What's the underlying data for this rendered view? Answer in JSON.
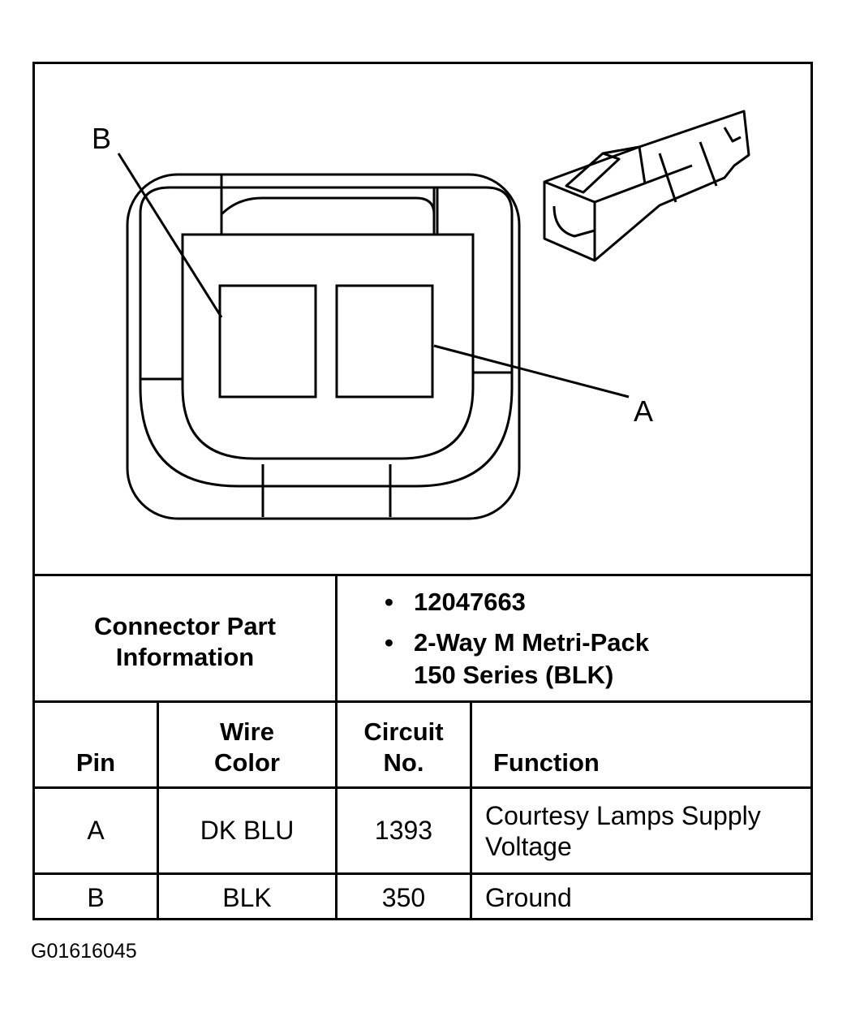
{
  "diagram": {
    "pin_labels": {
      "b": "B",
      "a": "A"
    }
  },
  "connector_info": {
    "heading": "Connector Part Information",
    "bullet_symbol": "•",
    "part_number": "12047663",
    "description_line1": "2-Way M Metri-Pack",
    "description_line2": "150 Series (BLK)"
  },
  "pin_table": {
    "headers": {
      "pin": "Pin",
      "wire_color_line1": "Wire",
      "wire_color_line2": "Color",
      "circuit_line1": "Circuit",
      "circuit_line2": "No.",
      "function": "Function"
    },
    "rows": [
      {
        "pin": "A",
        "wire_color": "DK BLU",
        "circuit": "1393",
        "function_line1": "Courtesy Lamps Supply",
        "function_line2": "Voltage"
      },
      {
        "pin": "B",
        "wire_color": "BLK",
        "circuit": "350",
        "function_line1": "Ground",
        "function_line2": ""
      }
    ]
  },
  "figure_id": "G01616045"
}
